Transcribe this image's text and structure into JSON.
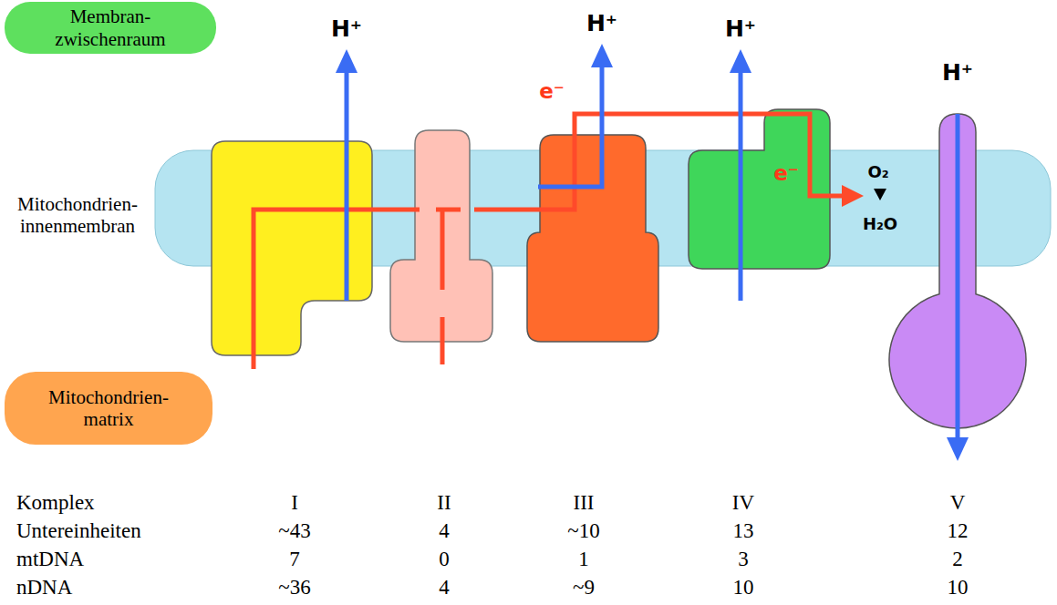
{
  "diagram": {
    "nodes": [
      {
        "text": [
          "Membran- zwischenraum"
        ]
      },
      {
        "text": [
          "Mitochondrien- matrix"
        ]
      }
    ],
    "labels": [
      "H⁺",
      "H⁺",
      "H⁺",
      "H⁺",
      "e⁻",
      "e⁻",
      "Mitochondrien- innenmembran",
      "O₂",
      "H₂O",
      "Komplex",
      "I",
      "II",
      "III",
      "IV",
      "V",
      "Untereinheiten",
      "~43",
      "4",
      "~10",
      "13",
      "12",
      "mtDNA",
      "7",
      "0",
      "1",
      "3",
      "2",
      "nDNA",
      "~36",
      "4",
      "~9",
      "10",
      "10"
    ]
  }
}
